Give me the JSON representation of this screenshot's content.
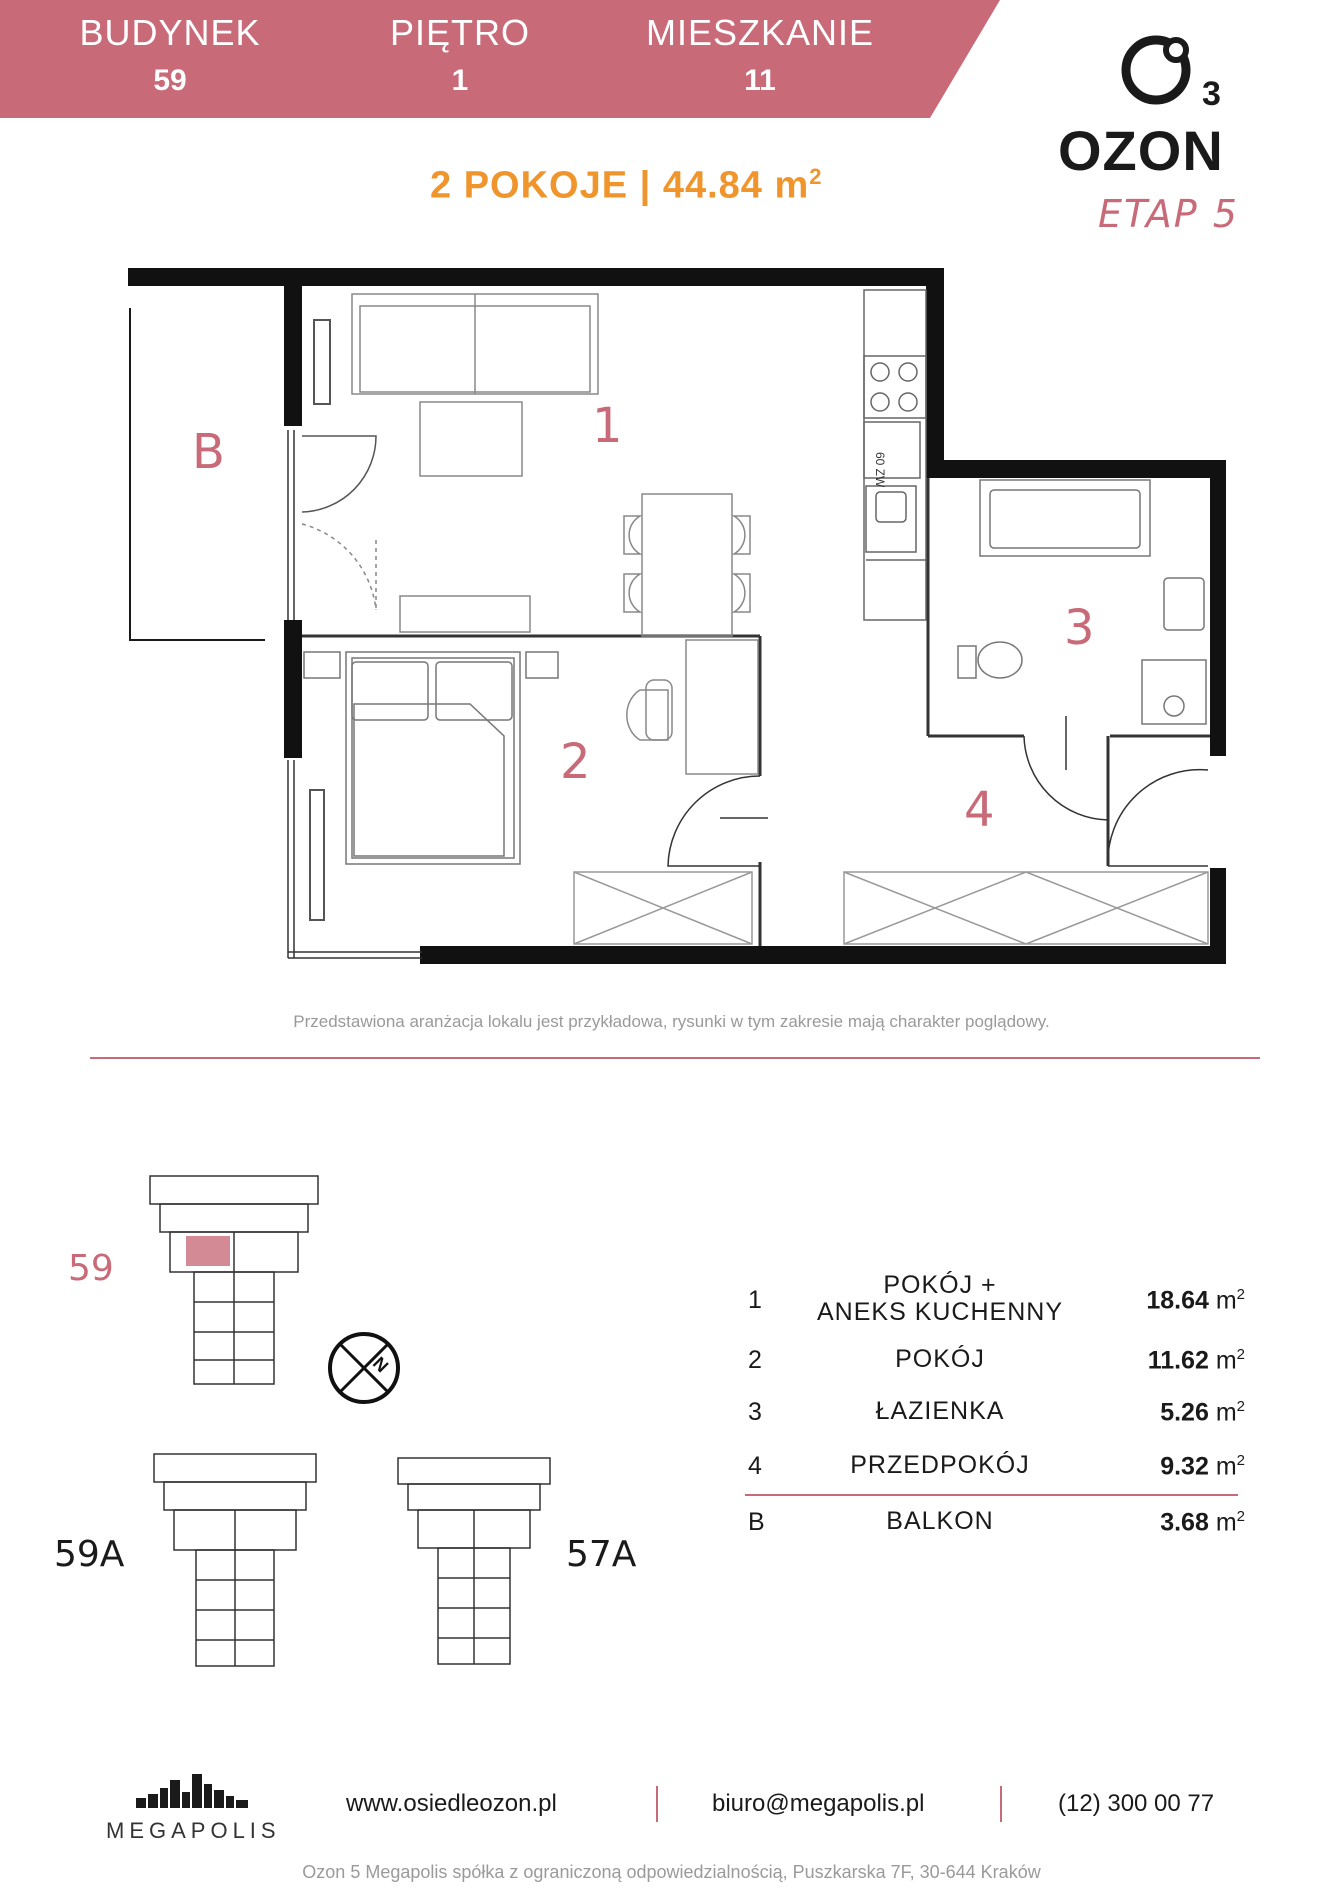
{
  "header": {
    "building_label": "BUDYNEK",
    "building_value": "59",
    "floor_label": "PIĘTRO",
    "floor_value": "1",
    "apartment_label": "MIESZKANIE",
    "apartment_value": "11",
    "band_color": "#c96a78"
  },
  "logo": {
    "wordmark": "OZON",
    "subscript": "3",
    "etap": "ETAP 5"
  },
  "summary": {
    "rooms_text": "2 POKOJE | 44.84 m",
    "unit_exponent": "2",
    "accent_color": "#f0952b"
  },
  "plan": {
    "labels": {
      "balcony": "B",
      "room1": "1",
      "room2": "2",
      "room3": "3",
      "room4": "4"
    },
    "fridge_label": "60 ZW"
  },
  "disclaimer": "Przedstawiona aranżacja lokalu jest przykładowa, rysunki w tym zakresie mają charakter poglądowy.",
  "site_plan": {
    "building_59": "59",
    "building_59a": "59A",
    "building_57a": "57A",
    "compass_label": "N"
  },
  "rooms": [
    {
      "num": "1",
      "name": "POKÓJ +",
      "name2": "ANEKS KUCHENNY",
      "area": "18.64",
      "unit": "m"
    },
    {
      "num": "2",
      "name": "POKÓJ",
      "area": "11.62",
      "unit": "m"
    },
    {
      "num": "3",
      "name": "ŁAZIENKA",
      "area": "5.26",
      "unit": "m"
    },
    {
      "num": "4",
      "name": "PRZEDPOKÓJ",
      "area": "9.32",
      "unit": "m"
    },
    {
      "num": "B",
      "name": "BALKON",
      "area": "3.68",
      "unit": "m"
    }
  ],
  "unit_exponent": "2",
  "footer": {
    "brand": "MEGAPOLIS",
    "website": "www.osiedleozon.pl",
    "email": "biuro@megapolis.pl",
    "phone": "(12) 300 00 77",
    "company": "Ozon 5 Megapolis spółka z ograniczoną odpowiedzialnością, Puszkarska 7F, 30-644 Kraków"
  }
}
